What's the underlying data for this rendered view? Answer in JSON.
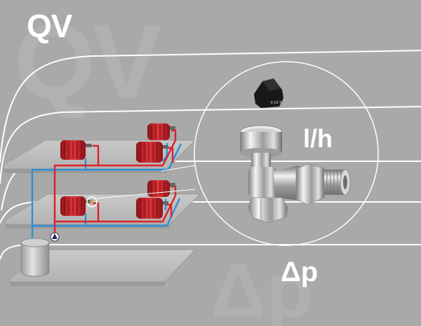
{
  "labels": {
    "flow": "QV",
    "flow_rate_unit": "l/h",
    "pressure_difference": "Δp"
  },
  "colors": {
    "background": "#a9a9a9",
    "supply_pipe": "#d8232a",
    "return_pipe": "#2f8fd4",
    "radiator": "#c1272d",
    "contour_line": "#ffffff"
  },
  "icons": [
    "radiator-icon",
    "pump-icon",
    "boiler-tank-icon",
    "valve-cap-icon",
    "angle-valve-icon"
  ]
}
